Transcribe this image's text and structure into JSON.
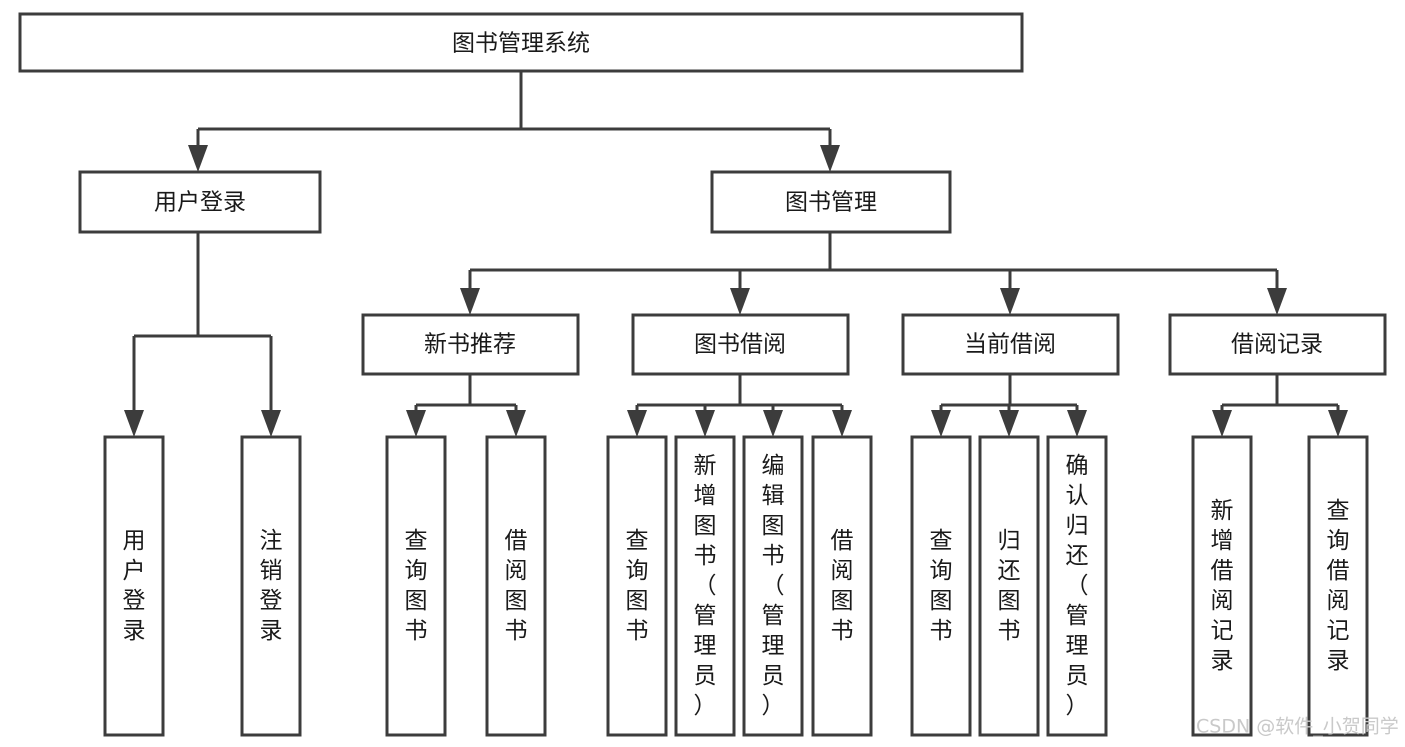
{
  "diagram": {
    "type": "tree-hierarchy-chart",
    "title": "图书管理系统",
    "background_color": "#ffffff",
    "line_color": "#3c3c3c",
    "text_color": "#1a1a1a",
    "watermark": "CSDN @软件_小贺同学",
    "watermark_color": "#c9c9c9",
    "levels": [
      {
        "level": 1,
        "nodes": [
          {
            "id": "root",
            "label": "图书管理系统",
            "orientation": "horizontal"
          }
        ]
      },
      {
        "level": 2,
        "nodes": [
          {
            "id": "login",
            "label": "用户登录",
            "orientation": "horizontal",
            "parent": "root"
          },
          {
            "id": "bookmgmt",
            "label": "图书管理",
            "orientation": "horizontal",
            "parent": "root"
          }
        ]
      },
      {
        "level": 3,
        "nodes": [
          {
            "id": "newbook",
            "label": "新书推荐",
            "orientation": "horizontal",
            "parent": "bookmgmt"
          },
          {
            "id": "borrow",
            "label": "图书借阅",
            "orientation": "horizontal",
            "parent": "bookmgmt"
          },
          {
            "id": "current",
            "label": "当前借阅",
            "orientation": "horizontal",
            "parent": "bookmgmt"
          },
          {
            "id": "records",
            "label": "借阅记录",
            "orientation": "horizontal",
            "parent": "bookmgmt"
          }
        ]
      },
      {
        "level": 4,
        "nodes": [
          {
            "id": "leaf-1",
            "label": "用户登录",
            "orientation": "vertical",
            "parent": "login"
          },
          {
            "id": "leaf-2",
            "label": "注销登录",
            "orientation": "vertical",
            "parent": "login"
          },
          {
            "id": "leaf-3",
            "label": "查询图书",
            "orientation": "vertical",
            "parent": "newbook"
          },
          {
            "id": "leaf-4",
            "label": "借阅图书",
            "orientation": "vertical",
            "parent": "newbook"
          },
          {
            "id": "leaf-5",
            "label": "查询图书",
            "orientation": "vertical",
            "parent": "borrow"
          },
          {
            "id": "leaf-6",
            "label": "新增图书（管理员）",
            "orientation": "vertical",
            "parent": "borrow"
          },
          {
            "id": "leaf-7",
            "label": "编辑图书（管理员）",
            "orientation": "vertical",
            "parent": "borrow"
          },
          {
            "id": "leaf-8",
            "label": "借阅图书",
            "orientation": "vertical",
            "parent": "borrow"
          },
          {
            "id": "leaf-9",
            "label": "查询图书",
            "orientation": "vertical",
            "parent": "current"
          },
          {
            "id": "leaf-10",
            "label": "归还图书",
            "orientation": "vertical",
            "parent": "current"
          },
          {
            "id": "leaf-11",
            "label": "确认归还（管理员）",
            "orientation": "vertical",
            "parent": "current"
          },
          {
            "id": "leaf-12",
            "label": "新增借阅记录",
            "orientation": "vertical",
            "parent": "records"
          },
          {
            "id": "leaf-13",
            "label": "查询借阅记录",
            "orientation": "vertical",
            "parent": "records"
          }
        ]
      }
    ]
  }
}
